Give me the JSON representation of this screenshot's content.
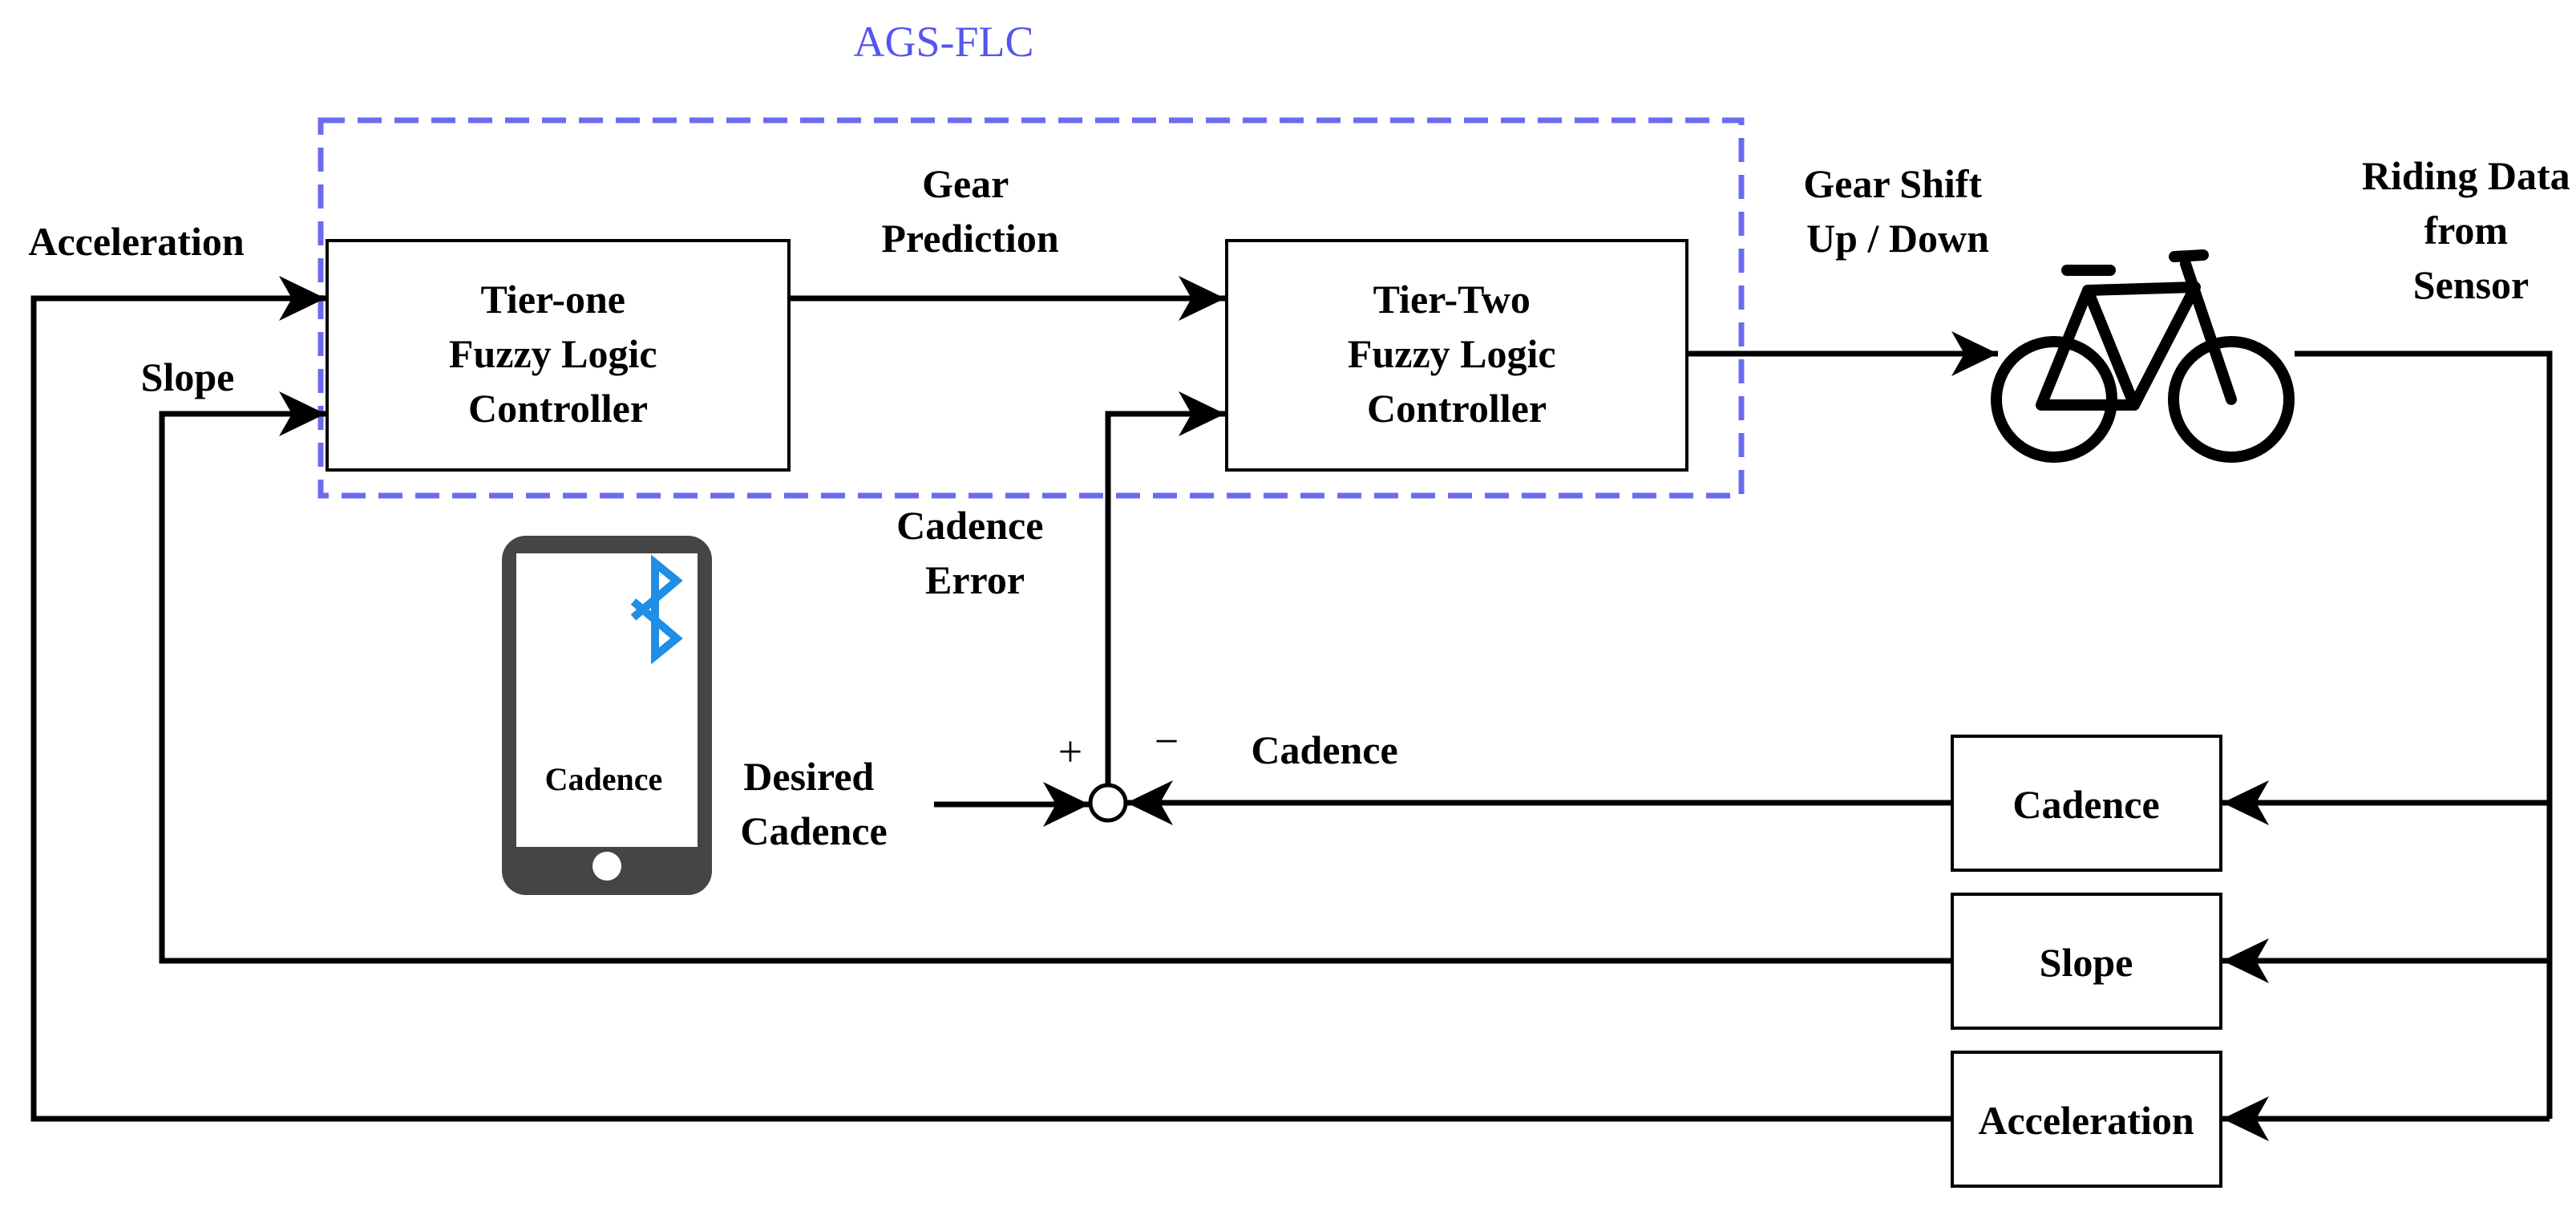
{
  "colors": {
    "line": "#000000",
    "group_border": "#6b6bf0",
    "group_title": "#5555ee",
    "bluetooth": "#1e8ee6",
    "phone_body": "#454545"
  },
  "group": {
    "title": "AGS-FLC"
  },
  "blocks": {
    "tier_one": [
      "Tier-one",
      "Fuzzy Logic",
      "Controller"
    ],
    "tier_two": [
      "Tier-Two",
      "Fuzzy Logic",
      "Controller"
    ],
    "cadence_sensor": "Cadence",
    "slope_sensor": "Slope",
    "acceleration_sensor": "Acceleration"
  },
  "signals": {
    "acceleration": "Acceleration",
    "slope": "Slope",
    "gear_prediction": [
      "Gear",
      "Prediction"
    ],
    "gear_shift": [
      "Gear Shift",
      "Up / Down"
    ],
    "riding_data": [
      "Riding Data",
      "from",
      "Sensor"
    ],
    "cadence_error": [
      "Cadence",
      "Error"
    ],
    "desired_cadence": [
      "Desired",
      "Cadence"
    ],
    "cadence_feedback": "Cadence",
    "plus_sign": "+",
    "minus_sign": "−"
  },
  "phone": {
    "label": "Cadence",
    "icons": [
      "phone-icon",
      "bluetooth-icon"
    ]
  },
  "bicycle": {
    "icon": "bicycle-icon"
  }
}
